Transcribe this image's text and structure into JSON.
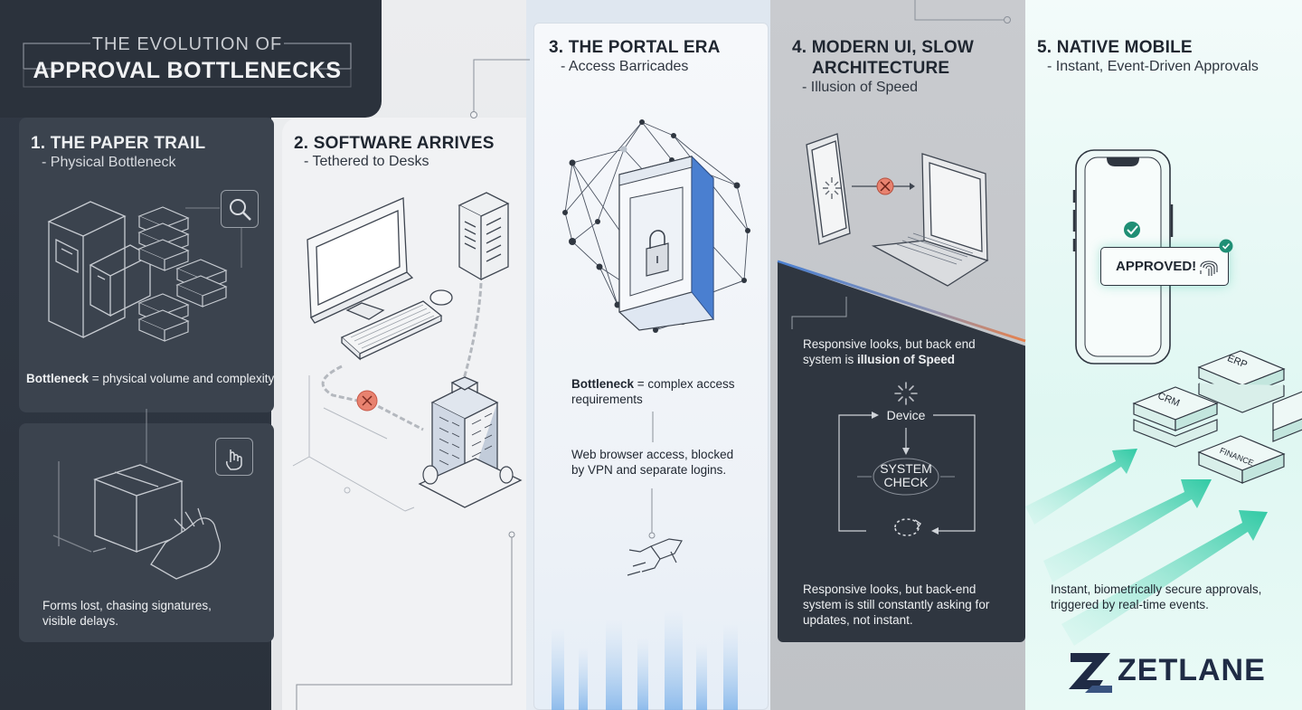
{
  "header": {
    "line1": "THE EVOLUTION OF",
    "line2": "APPROVAL BOTTLENECKS"
  },
  "sections": [
    {
      "title": "1. THE PAPER TRAIL",
      "subtitle": "- Physical Bottleneck",
      "note_bold": "Bottleneck",
      "note_rest": " = physical volume and complexity",
      "caption_line1": "Forms lost, chasing signatures,",
      "caption_line2": "visible delays."
    },
    {
      "title": "2. SOFTWARE ARRIVES",
      "subtitle": "- Tethered to Desks"
    },
    {
      "title": "3. THE PORTAL ERA",
      "subtitle": "- Access Barricades",
      "note_bold": "Bottleneck",
      "note_rest_line1": " = complex access",
      "note_rest_line2": "requirements",
      "caption_line1": "Web browser access, blocked",
      "caption_line2": "by VPN and separate logins."
    },
    {
      "title_line1": "4. MODERN UI, SLOW",
      "title_line2": "ARCHITECTURE",
      "subtitle": "- Illusion of Speed",
      "note_line1": "Responsive looks, but back end",
      "note_line2_pre": "system is ",
      "note_line2_bold": "illusion of Speed",
      "loop_device": "Device",
      "loop_check_line1": "SYSTEM",
      "loop_check_line2": "CHECK",
      "caption_line1": "Responsive looks, but back-end",
      "caption_line2": "system is still constantly asking for",
      "caption_line3": "updates, not instant."
    },
    {
      "title": "5. NATIVE MOBILE",
      "subtitle": "- Instant, Event-Driven Approvals",
      "approved_label": "APPROVED!",
      "blocks": [
        "ERP",
        "CRM",
        "FINANCE"
      ],
      "caption_line1": "Instant, biometrically secure approvals,",
      "caption_line2": "triggered by real-time events."
    }
  ],
  "brand": {
    "name": "ZETLANE",
    "icon": "zetlane-logo-icon"
  },
  "colors": {
    "dark_bg": "#2b323c",
    "panel_dark": "#3b434e",
    "accent_red": "#e26b5a",
    "accent_blue": "#4a7fd0",
    "accent_orange": "#e8804a",
    "accent_teal": "#1fbf9a",
    "brand_navy": "#1f2b45"
  }
}
